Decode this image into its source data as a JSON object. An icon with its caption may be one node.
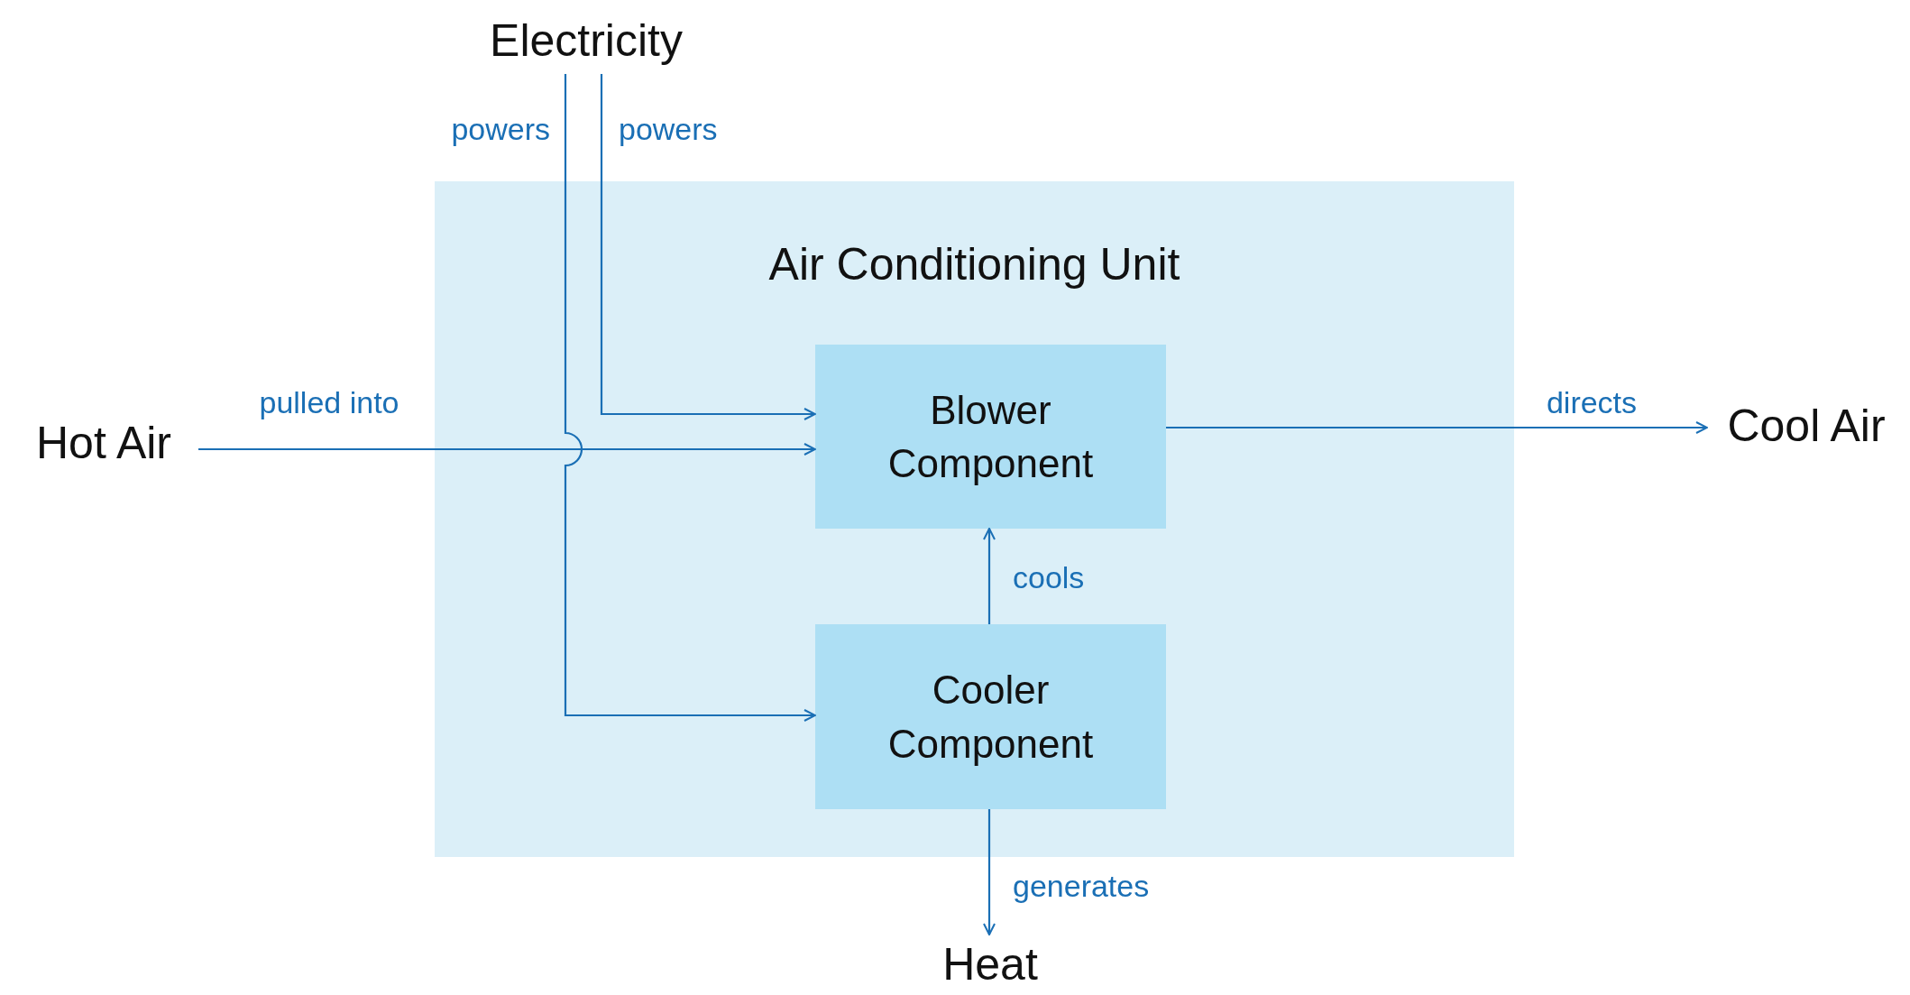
{
  "diagram": {
    "nodes": [
      {
        "text": [
          "Electricity"
        ]
      },
      {
        "text": [
          "Hot Air"
        ]
      },
      {
        "text": [
          "Air Conditioning Unit"
        ]
      },
      {
        "text": [
          "Blower Component"
        ],
        "in": 2
      },
      {
        "text": [
          "Cooler Component"
        ],
        "in": 2
      },
      {
        "text": [
          "Cool Air"
        ]
      },
      {
        "text": [
          "Heat"
        ]
      }
    ],
    "edges": [
      {
        "from": 0,
        "to": 3,
        "arrow": "to",
        "label": "powers"
      },
      {
        "from": 0,
        "to": 4,
        "arrow": "to",
        "label": "powers"
      },
      {
        "from": 1,
        "to": 3,
        "arrow": "to",
        "label": "pulled into"
      },
      {
        "from": 3,
        "to": 5,
        "arrow": "to",
        "label": "directs"
      },
      {
        "from": 4,
        "to": 3,
        "arrow": "to",
        "label": "cools"
      },
      {
        "from": 4,
        "to": 6,
        "arrow": "to",
        "label": "generates"
      }
    ]
  }
}
